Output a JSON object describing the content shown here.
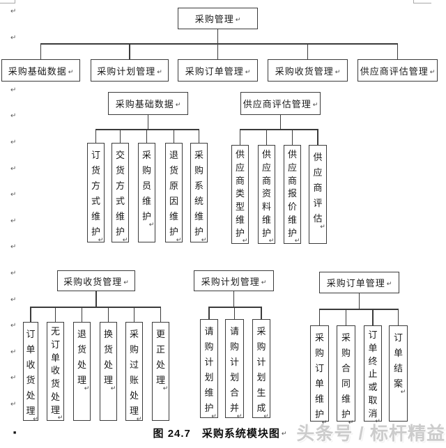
{
  "page": {
    "caption": "图 24.7　采购系统模块图",
    "watermark": "头条号 / 标杆精益",
    "return_mark": "↵",
    "bullet_mark": "■"
  },
  "colors": {
    "line": "#3a3a3a",
    "text": "#1a1a1a",
    "watermark": "#cccccc"
  },
  "tree": {
    "root": {
      "name": "purchase-management",
      "label": "采购管理"
    },
    "level1": [
      {
        "name": "purchase-base-data",
        "label": "采购基础数据"
      },
      {
        "name": "purchase-plan-management",
        "label": "采购计划管理"
      },
      {
        "name": "purchase-order-management",
        "label": "采购订单管理"
      },
      {
        "name": "purchase-receiving-management",
        "label": "采购收货管理"
      },
      {
        "name": "supplier-evaluation-management",
        "label": "供应商评估管理"
      }
    ],
    "groups": [
      {
        "header": {
          "name": "purchase-base-data-group",
          "label": "采购基础数据"
        },
        "children": [
          {
            "name": "order-method-maintenance",
            "label": "订货方式维护"
          },
          {
            "name": "delivery-method-maintenance",
            "label": "交货方式维护"
          },
          {
            "name": "buyer-maintenance",
            "label": "采购员维护"
          },
          {
            "name": "return-reason-maintenance",
            "label": "退货原因维护"
          },
          {
            "name": "purchase-system-maintenance",
            "label": "采购系统维护"
          }
        ]
      },
      {
        "header": {
          "name": "supplier-evaluation-group",
          "label": "供应商评估管理"
        },
        "children": [
          {
            "name": "supplier-type-maintenance",
            "label": "供应商类型维护"
          },
          {
            "name": "supplier-info-maintenance",
            "label": "供应商资料维护"
          },
          {
            "name": "supplier-quote-maintenance",
            "label": "供应商报价维护"
          },
          {
            "name": "supplier-evaluation",
            "label": "供应商评估"
          }
        ]
      },
      {
        "header": {
          "name": "purchase-receiving-group",
          "label": "采购收货管理"
        },
        "children": [
          {
            "name": "order-receiving-processing",
            "label": "订单收货处理"
          },
          {
            "name": "no-order-receiving-processing",
            "label": "无订单收货处理"
          },
          {
            "name": "return-processing",
            "label": "退货处理"
          },
          {
            "name": "exchange-processing",
            "label": "换货处理"
          },
          {
            "name": "purchase-posting-processing",
            "label": "采购过账处理"
          },
          {
            "name": "correction-processing",
            "label": "更正处理"
          }
        ]
      },
      {
        "header": {
          "name": "purchase-plan-group",
          "label": "采购计划管理"
        },
        "children": [
          {
            "name": "requisition-plan-maintenance",
            "label": "请购计划维护"
          },
          {
            "name": "requisition-plan-merge",
            "label": "请购计划合并"
          },
          {
            "name": "purchase-plan-generation",
            "label": "采购计划生成"
          }
        ]
      },
      {
        "header": {
          "name": "purchase-order-group",
          "label": "采购订单管理"
        },
        "children": [
          {
            "name": "purchase-order-maintenance",
            "label": "采购订单维护"
          },
          {
            "name": "purchase-contract-maintenance",
            "label": "采购合同维护"
          },
          {
            "name": "order-terminate-or-cancel",
            "label": "订单终止或取消"
          },
          {
            "name": "order-closure",
            "label": "订单结案"
          }
        ]
      }
    ]
  }
}
